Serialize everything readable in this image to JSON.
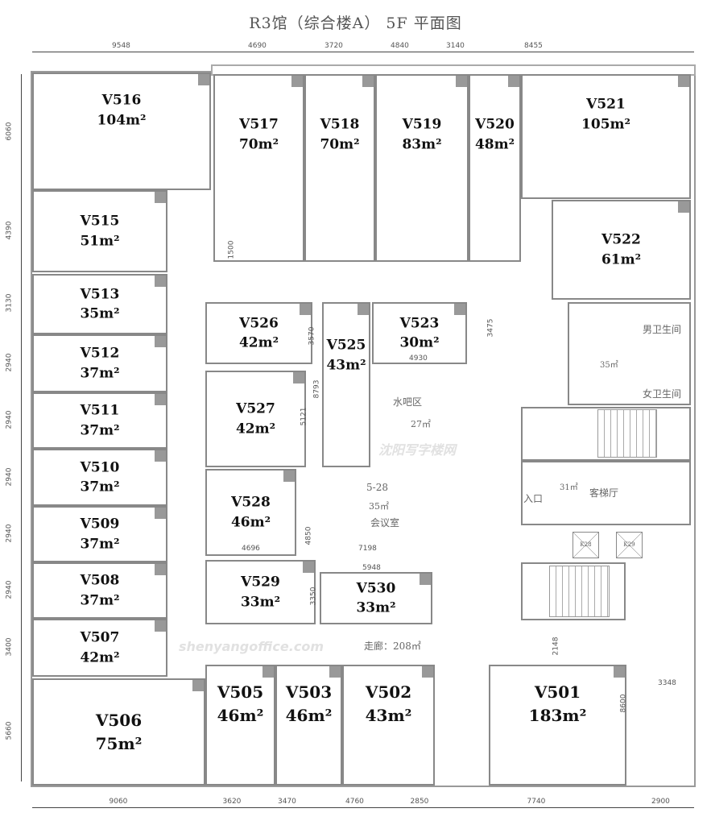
{
  "title": "R3馆（综合楼A） 5F 平面图",
  "rooms": [
    {
      "id": "V516",
      "area": "104"
    },
    {
      "id": "V517",
      "area": "70"
    },
    {
      "id": "V518",
      "area": "70"
    },
    {
      "id": "V519",
      "area": "83"
    },
    {
      "id": "V520",
      "area": "48"
    },
    {
      "id": "V521",
      "area": "105"
    },
    {
      "id": "V522",
      "area": "61"
    },
    {
      "id": "V515",
      "area": "51"
    },
    {
      "id": "V513",
      "area": "35"
    },
    {
      "id": "V512",
      "area": "37"
    },
    {
      "id": "V511",
      "area": "37"
    },
    {
      "id": "V510",
      "area": "37"
    },
    {
      "id": "V509",
      "area": "37"
    },
    {
      "id": "V508",
      "area": "37"
    },
    {
      "id": "V507",
      "area": "42"
    },
    {
      "id": "V506",
      "area": "75"
    },
    {
      "id": "V505",
      "area": "46"
    },
    {
      "id": "V503",
      "area": "46"
    },
    {
      "id": "V502",
      "area": "43"
    },
    {
      "id": "V501",
      "area": "183"
    },
    {
      "id": "V526",
      "area": "42"
    },
    {
      "id": "V525",
      "area": "43"
    },
    {
      "id": "V523",
      "area": "30"
    },
    {
      "id": "V527",
      "area": "42"
    },
    {
      "id": "V528",
      "area": "46"
    },
    {
      "id": "V529",
      "area": "33"
    },
    {
      "id": "V530",
      "area": "33"
    }
  ],
  "area_unit": "m²",
  "notes": {
    "water_bar": "水吧区",
    "water_bar_area": "27㎡",
    "meeting_code": "5-28",
    "meeting_area": "35㎡",
    "meeting_room": "会议室",
    "corridor": "走廊：208㎡",
    "men_wc": "男卫生间",
    "women_wc": "女卫生间",
    "wc_area": "35㎡",
    "lift_lobby": "客梯厅",
    "lift_lobby_area": "31㎡",
    "entrance": "入口",
    "elevator_1": "K28",
    "elevator_2": "K29"
  },
  "dims": {
    "top": [
      "9548",
      "4690",
      "3720",
      "4840",
      "3140",
      "8455"
    ],
    "bottom": [
      "9060",
      "3620",
      "3470",
      "4760",
      "2850",
      "7740",
      "2900"
    ],
    "left": [
      "6060",
      "4390",
      "3130",
      "2940",
      "2940",
      "2940",
      "2940",
      "2940",
      "3400",
      "5660"
    ],
    "inner": [
      "1500",
      "3570",
      "8793",
      "5121",
      "3475",
      "4930",
      "4850",
      "4696",
      "7198",
      "5948",
      "3350",
      "2148",
      "8600",
      "3348"
    ]
  },
  "watermark": {
    "cn": "沈阳写字楼网",
    "en": "shenyangoffice.com"
  }
}
